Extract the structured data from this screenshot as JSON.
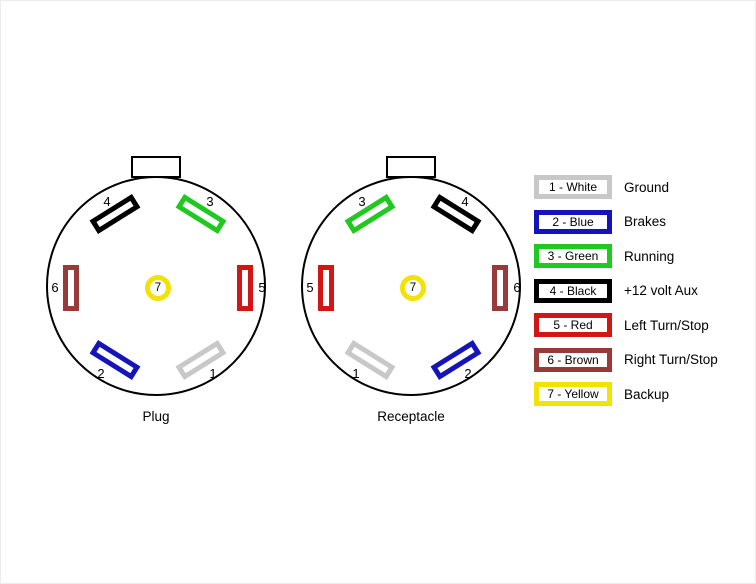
{
  "pins": {
    "1": {
      "num": "1",
      "color": "#c8c8c8"
    },
    "2": {
      "num": "2",
      "color": "#1414b8"
    },
    "3": {
      "num": "3",
      "color": "#1fc91f"
    },
    "4": {
      "num": "4",
      "color": "#000000"
    },
    "5": {
      "num": "5",
      "color": "#d21616"
    },
    "6": {
      "num": "6",
      "color": "#993a3a"
    },
    "7": {
      "num": "7",
      "color": "#f2e205"
    }
  },
  "plug": {
    "label": "Plug"
  },
  "receptacle": {
    "label": "Receptacle"
  },
  "legend": {
    "items": [
      {
        "label": "1 - White",
        "desc": "Ground",
        "color": "#c8c8c8"
      },
      {
        "label": "2 - Blue",
        "desc": "Brakes",
        "color": "#1414b8"
      },
      {
        "label": "3 - Green",
        "desc": "Running",
        "color": "#1fc91f"
      },
      {
        "label": "4 - Black",
        "desc": "+12 volt Aux",
        "color": "#000000"
      },
      {
        "label": "5 - Red",
        "desc": "Left Turn/Stop",
        "color": "#d21616"
      },
      {
        "label": "6 - Brown",
        "desc": "Right Turn/Stop",
        "color": "#993a3a"
      },
      {
        "label": "7 - Yellow",
        "desc": "Backup",
        "color": "#f2e205"
      }
    ]
  }
}
